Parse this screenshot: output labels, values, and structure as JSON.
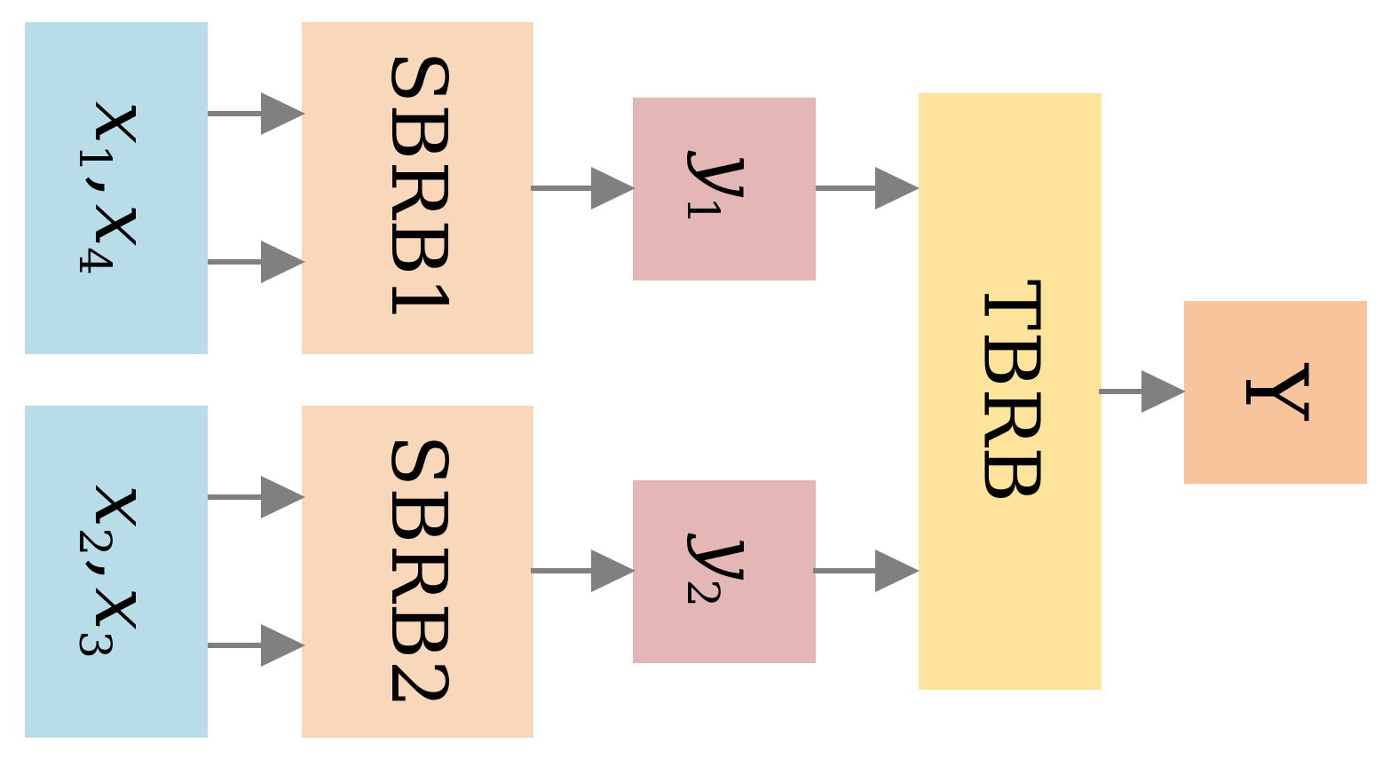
{
  "colors": {
    "input": "#b8dde8",
    "sbrb": "#f9d7bb",
    "intermediate": "#e3b7b5",
    "tbrb": "#fde49a",
    "output": "#f7c49b",
    "arrow": "#808080"
  },
  "inputs": [
    {
      "var": "x",
      "sub_a": "1",
      "sep": ",",
      "var_b": "x",
      "sub_b": "4"
    },
    {
      "var": "x",
      "sub_a": "2",
      "sep": ",",
      "var_b": "x",
      "sub_b": "3"
    }
  ],
  "blocks": {
    "sbrb1": "SBRB1",
    "sbrb2": "SBRB2",
    "tbrb": "TBRB"
  },
  "intermediates": [
    {
      "var": "y",
      "sub": "1"
    },
    {
      "var": "y",
      "sub": "2"
    }
  ],
  "output": {
    "label": "Y"
  }
}
